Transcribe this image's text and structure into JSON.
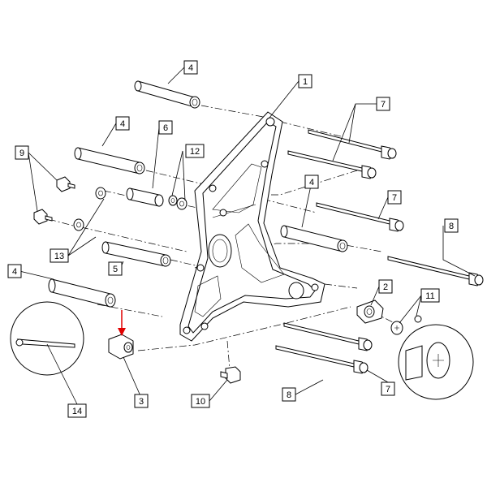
{
  "diagram": {
    "callouts": [
      {
        "id": "c1",
        "label": "1"
      },
      {
        "id": "c2",
        "label": "2"
      },
      {
        "id": "c3",
        "label": "3"
      },
      {
        "id": "c4a",
        "label": "4"
      },
      {
        "id": "c4b",
        "label": "4"
      },
      {
        "id": "c4c",
        "label": "4"
      },
      {
        "id": "c4d",
        "label": "4"
      },
      {
        "id": "c5",
        "label": "5"
      },
      {
        "id": "c6",
        "label": "6"
      },
      {
        "id": "c7a",
        "label": "7"
      },
      {
        "id": "c7b",
        "label": "7"
      },
      {
        "id": "c7c",
        "label": "7"
      },
      {
        "id": "c8a",
        "label": "8"
      },
      {
        "id": "c8b",
        "label": "8"
      },
      {
        "id": "c9",
        "label": "9"
      },
      {
        "id": "c10",
        "label": "10"
      },
      {
        "id": "c11",
        "label": "11"
      },
      {
        "id": "c12",
        "label": "12"
      },
      {
        "id": "c13",
        "label": "13"
      },
      {
        "id": "c14",
        "label": "14"
      }
    ],
    "highlight_color": "#e00000",
    "line_color": "#000000"
  }
}
